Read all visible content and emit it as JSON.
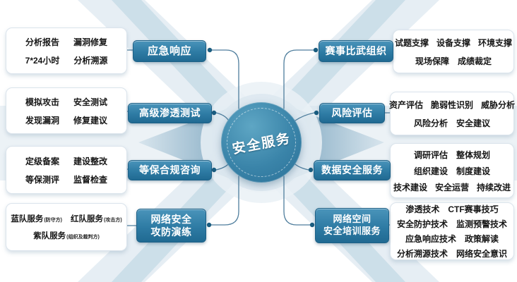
{
  "center": {
    "label": "安全服务"
  },
  "colors": {
    "node_fill": "#2e7ba4",
    "hub_fill": "#3a84a9",
    "connector": "#4f7e9d",
    "dot": "#1a5d80",
    "box_border": "#dbe4ec",
    "band_light": "#cddee9",
    "band_dark": "#aecbdc",
    "text_dark": "#161616"
  },
  "left": [
    {
      "label": "应急响应",
      "rows": [
        [
          "分析报告",
          "漏洞修复"
        ],
        [
          "7*24小时",
          "分析溯源"
        ]
      ]
    },
    {
      "label": "高级渗透测试",
      "rows": [
        [
          "模拟攻击",
          "安全测试"
        ],
        [
          "发现漏洞",
          "修复建议"
        ]
      ]
    },
    {
      "label": "等保合规咨询",
      "rows": [
        [
          "定级备案",
          "建设整改"
        ],
        [
          "等保测评",
          "监督检查"
        ]
      ]
    },
    {
      "label": "网络安全\n攻防演练",
      "rows": [
        [
          {
            "t": "蓝队服务",
            "n": "(防守方)"
          },
          {
            "t": "红队服务",
            "n": "(攻击方)"
          }
        ],
        [
          {
            "t": "紫队服务",
            "n": "(组织及裁判方)"
          }
        ]
      ]
    }
  ],
  "right": [
    {
      "label": "赛事比武组织",
      "rows": [
        [
          "试题支撑",
          "设备支撑",
          "环境支撑"
        ],
        [
          "现场保障",
          "成绩裁定"
        ]
      ]
    },
    {
      "label": "风险评估",
      "rows": [
        [
          "资产评估",
          "脆弱性识别",
          "威胁分析"
        ],
        [
          "风险分析",
          "安全建议"
        ]
      ]
    },
    {
      "label": "数据安全服务",
      "rows": [
        [
          "调研评估",
          "整体规划"
        ],
        [
          "组织建设",
          "制度建设"
        ],
        [
          "技术建设",
          "安全运营",
          "持续改进"
        ]
      ]
    },
    {
      "label": "网络空间\n安全培训服务",
      "rows": [
        [
          "渗透技术",
          "CTF赛事技巧"
        ],
        [
          "安全防护技术",
          "监测预警技术"
        ],
        [
          "应急响应技术",
          "政策解读"
        ],
        [
          "分析溯源技术",
          "网络安全意识"
        ]
      ]
    }
  ]
}
